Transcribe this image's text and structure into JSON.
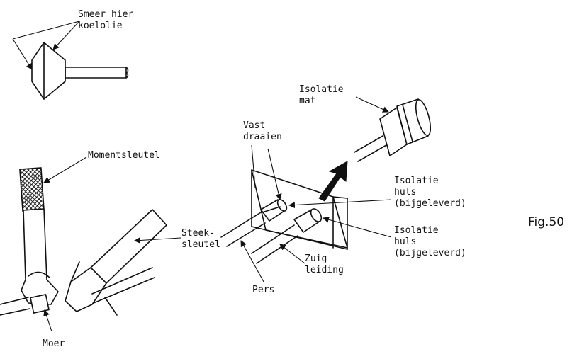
{
  "labels": {
    "smeer_l1": "Smeer hier",
    "smeer_l2": "koelolie",
    "moment": "Momentsleutel",
    "steek_l1": "Steek-",
    "steek_l2": "sleutel",
    "moer": "Moer",
    "isolatie_mat_l1": "Isolatie",
    "isolatie_mat_l2": "mat",
    "vast_l1": "Vast",
    "vast_l2": "draaien",
    "huls1_l1": "Isolatie",
    "huls1_l2": "huls",
    "huls1_l3": "(bijgeleverd)",
    "huls2_l1": "Isolatie",
    "huls2_l2": "huls",
    "huls2_l3": "(bijgeleverd)",
    "zuig_l1": "Zuig",
    "zuig_l2": "leiding",
    "pers": "Pers",
    "fig": "Fig.50"
  }
}
